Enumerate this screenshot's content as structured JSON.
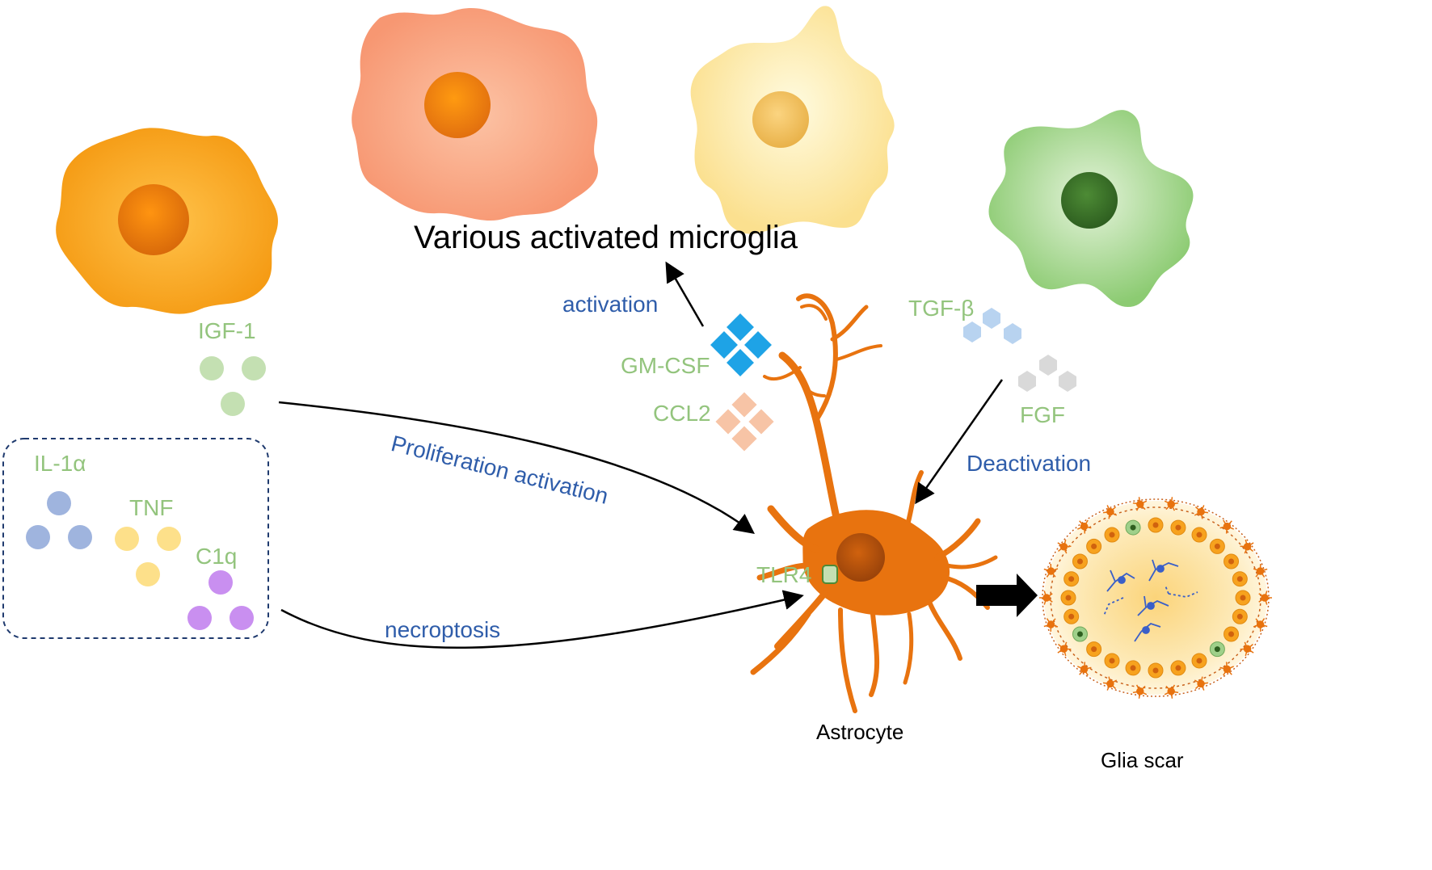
{
  "title": "Various activated microglia",
  "molecules": {
    "igf1": "IGF-1",
    "il1a": "IL-1α",
    "tnf": "TNF",
    "c1q": "C1q",
    "gmcsf": "GM-CSF",
    "ccl2": "CCL2",
    "tgfb": "TGF-β",
    "fgf": "FGF",
    "tlr4": "TLR4"
  },
  "processes": {
    "activation": "activation",
    "proliferation": "Proliferation activation",
    "necroptosis": "necroptosis",
    "deactivation": "Deactivation"
  },
  "cells": {
    "astrocyte": "Astrocyte",
    "glia_scar": "Glia scar"
  },
  "colors": {
    "molecule_label": "#93c47d",
    "process_label": "#2f5daa",
    "astrocyte": "#e8730f",
    "microglia_orange": "#f7a21e",
    "microglia_salmon": "#f9a07a",
    "microglia_yellow": "#fbe7a0",
    "microglia_green": "#9fd08a",
    "gmcsf": "#1ea3e6",
    "ccl2": "#f7c4a6",
    "tgfb": "#b8d3f0",
    "fgf": "#d9d9d9",
    "il1a": "#9fb4de",
    "tnf": "#fde08a",
    "c1q": "#c98ff0",
    "igf1": "#c4e0b2"
  }
}
